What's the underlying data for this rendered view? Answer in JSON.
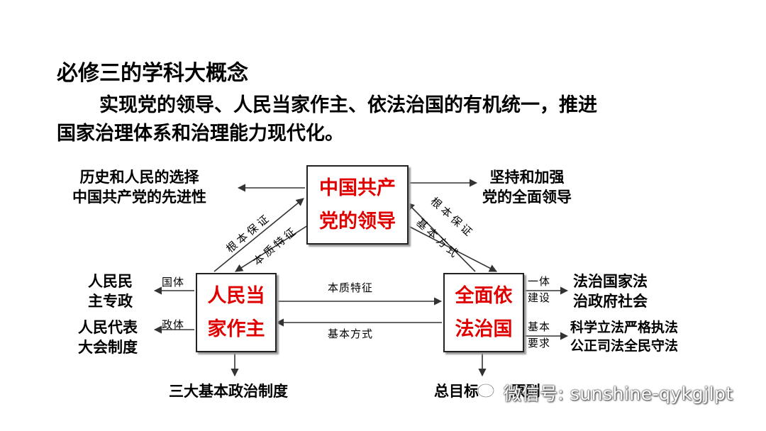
{
  "heading": {
    "title": "必修三的学科大概念",
    "desc_line1": "实现党的领导、人民当家作主、依法治国的有机统一，推进",
    "desc_line2": "国家治理体系和治理能力现代化。"
  },
  "diagram": {
    "nodes": {
      "party": {
        "line1": "中国共产",
        "line2": "党的领导"
      },
      "people": {
        "line1": "人民当",
        "line2": "家作主"
      },
      "law": {
        "line1": "全面依",
        "line2": "法治国"
      }
    },
    "left_top": {
      "line1": "历史和人民的选择",
      "line2": "中国共产党的先进性"
    },
    "right_top": {
      "line1": "坚持和加强",
      "line2": "党的全面领导"
    },
    "left_mid": {
      "line1": "人民民",
      "line2": "主专政",
      "tag": "国体"
    },
    "left_low": {
      "line1": "人民代表",
      "line2": "大会制度",
      "tag": "政体"
    },
    "right_mid": {
      "line1": "法治国家法",
      "line2": "治政府社会",
      "tag1": "一体",
      "tag2": "建设"
    },
    "right_low": {
      "line1": "科学立法严格执法",
      "line2": "公正司法全民守法",
      "tag1": "基本",
      "tag2": "要求"
    },
    "bottom_left": "三大基本政治制度",
    "bottom_right": "总目标",
    "bottom_right_tail": "原则",
    "edge_left_outer": "根本保证",
    "edge_left_inner": "本质特征",
    "edge_right_outer": "根本保证",
    "edge_right_inner": "基本方式",
    "edge_mid_top": "本质特征",
    "edge_mid_bottom": "基本方式"
  },
  "watermark": "微信号: sunshine-qykgjlpt"
}
